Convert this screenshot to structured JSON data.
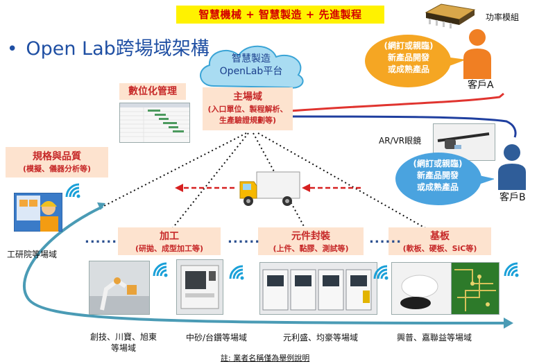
{
  "header": {
    "banner": "智慧機械 + 智慧製造 + 先進製程",
    "bullet": "•",
    "title": "Open Lab跨場域架構"
  },
  "cloud": {
    "line1": "智慧製造",
    "line2": "OpenLab平台"
  },
  "digital_mgmt": {
    "label": "數位化管理"
  },
  "main_domain": {
    "title": "主場域",
    "line1": "(入口單位、製程解析、",
    "line2": "生產驗證規劃等)"
  },
  "spec_quality": {
    "title": "規格與品質",
    "sub": "(模擬、儀器分析等)"
  },
  "processing": {
    "title": "加工",
    "sub": "(研拋、成型加工等)"
  },
  "packaging": {
    "title": "元件封裝",
    "sub": "(上件、黏膠、測試等)"
  },
  "substrate": {
    "title": "基板",
    "sub": "(軟板、硬板、SiC等)"
  },
  "power_module": {
    "label": "功率模組"
  },
  "customer_a": {
    "bubble_line1": "(網訂或親臨)",
    "bubble_line2": "新產品開發",
    "bubble_line3": "或成熟產品",
    "label": "客戶A"
  },
  "customer_b": {
    "bubble_line1": "(網訂或親臨)",
    "bubble_line2": "新產品開發",
    "bubble_line3": "或成熟產品",
    "label": "客戶B"
  },
  "ar_glasses": {
    "label": "AR/VR眼鏡"
  },
  "itri": {
    "label": "工研院等場域"
  },
  "sites": {
    "site1_line1": "創技、川寶、旭東",
    "site1_line2": "等場域",
    "site2": "中砂/台鑽等場域",
    "site3": "元利盛、均豪等場域",
    "site4": "興普、嘉聯益等場域"
  },
  "dots": "......",
  "footnote": "註: 業者名稱僅為舉例說明",
  "colors": {
    "banner_bg": "#fff200",
    "banner_text": "#d40000",
    "title": "#1f4fa3",
    "peach_box": "#fde3cf",
    "box_text": "#c62828",
    "bubble_orange": "#f5a623",
    "bubble_blue": "#4aa3df",
    "arrow_teal": "#4a9bb5",
    "line_red": "#e0342f",
    "line_blue": "#1f3f9f",
    "wifi": "#1aa0d8"
  },
  "icons": [
    "cloud-icon",
    "truck-icon",
    "wifi-icon",
    "person-icon",
    "engineer-icon",
    "chip-icon",
    "glasses-icon",
    "gantt-chart-image"
  ]
}
